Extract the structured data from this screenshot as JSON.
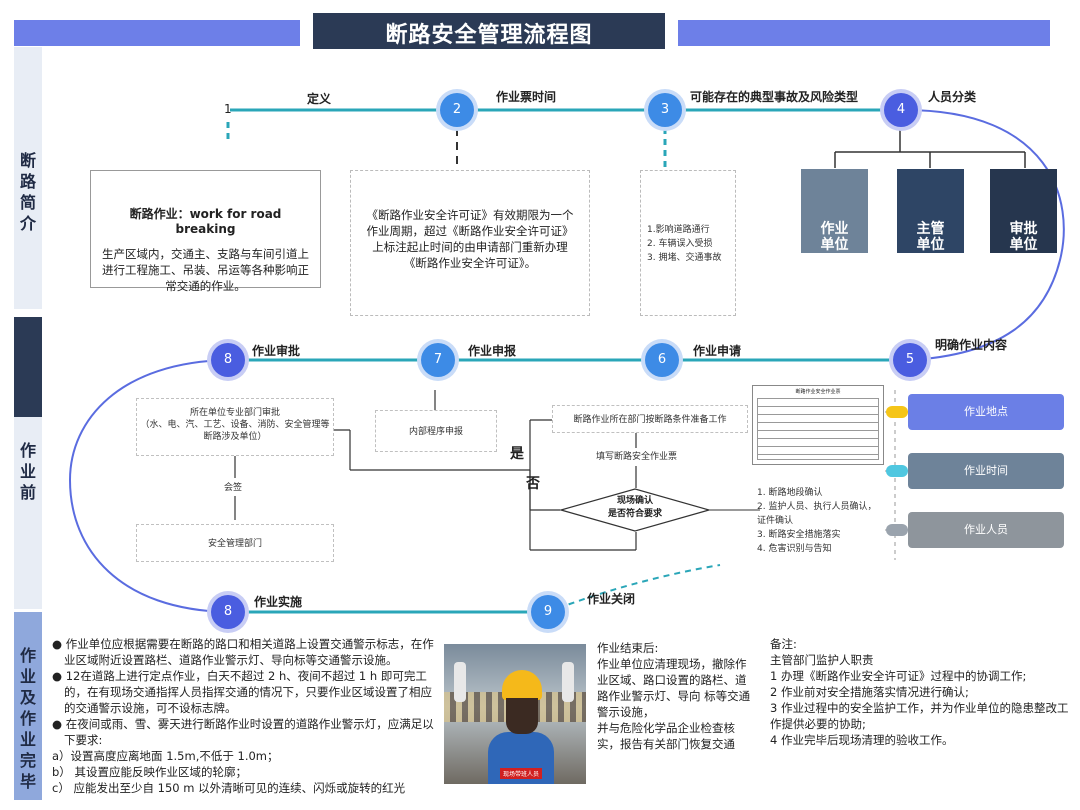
{
  "title": "断路安全管理流程图",
  "sections": {
    "intro": "断路简介",
    "before": "作业前",
    "after": "作业及作业完毕"
  },
  "steps": {
    "s1": {
      "num": "1",
      "label": "定义"
    },
    "s2": {
      "num": "2",
      "label": "作业票时间"
    },
    "s3": {
      "num": "3",
      "label": "可能存在的典型事故及风险类型"
    },
    "s4": {
      "num": "4",
      "label": "人员分类"
    },
    "s5": {
      "num": "5",
      "label": "明确作业内容"
    },
    "s6": {
      "num": "6",
      "label": "作业申请"
    },
    "s7": {
      "num": "7",
      "label": "作业申报"
    },
    "s8a": {
      "num": "8",
      "label": "作业审批"
    },
    "s8b": {
      "num": "8",
      "label": "作业实施"
    },
    "s9": {
      "num": "9",
      "label": "作业关闭"
    }
  },
  "definition": {
    "heading": "断路作业：work for road breaking",
    "body": "生产区域内，交通主、支路与车间引道上进行工程施工、吊装、吊运等各种影响正常交通的作业。"
  },
  "permit": {
    "body": "《断路作业安全许可证》有效期限为一个作业周期，超过《断路作业安全许可证》上标注起止时间的由申请部门重新办理《断路作业安全许可证》。"
  },
  "risks": {
    "items": [
      "1.影响道路通行",
      "2. 车辆误入受损",
      "3. 拥堵、交通事故"
    ]
  },
  "roles": [
    "作业单位",
    "主管单位",
    "审批单位"
  ],
  "content_items": [
    "作业地点",
    "作业时间",
    "作业人员"
  ],
  "flow": {
    "prepare": "断路作业所在部门按断路条件准备工作",
    "fill": "填写断路安全作业票",
    "confirm": "现场确认\n是否符合要求",
    "yes": "是",
    "no": "否",
    "internal": "内部程序申报",
    "approve": "所在单位专业部门审批\n（水、电、汽、工艺、设备、消防、安全管理等断路涉及单位）",
    "cosign": "会签",
    "safety": "安全管理部门",
    "checks": [
      "1. 断路地段确认",
      "2. 监护人员、执行人员确认，证件确认",
      "3. 断路安全措施落实",
      "4. 危害识别与告知"
    ],
    "form_title": "断路作业安全作业票"
  },
  "implement": {
    "items": [
      "作业单位应根据需要在断路的路口和相关道路上设置交通警示标志，在作业区域附近设置路栏、道路作业警示灯、导向标等交通警示设施。",
      "12在道路上进行定点作业，白天不超过 2 h、夜间不超过 1 h 即可完工的，在有现场交通指挥人员指挥交通的情况下，只要作业区域设置了相应的交通警示设施，可不设标志牌。",
      "在夜间或雨、雪、雾天进行断路作业时设置的道路作业警示灯，应满足以下要求:"
    ],
    "subs": [
      "a）设置高度应离地面 1.5m,不低于 1.0m；",
      "b） 其设置应能反映作业区域的轮廓；",
      "c） 应能发出至少自 150 m  以外清晰可见的连续、闪烁或旋转的红光"
    ],
    "badge": "现场带班人员"
  },
  "close": {
    "body": "作业结束后:\n作业单位应清理现场，撤除作业区域、路口设置的路栏、道路作业警示灯、导向 标等交通警示设施，\n并与危险化学品企业检查核实，报告有关部门恢复交通"
  },
  "notes": {
    "heading": "备注:",
    "sub": "主管部门监护人职责",
    "items": [
      "1      办理《断路作业安全许可证》过程中的协调工作;",
      "2      作业前对安全措施落实情况进行确认;",
      "3      作业过程中的安全监护工作，并为作业单位的隐患整改工作提供必要的协助;",
      "4      作业完毕后现场清理的验收工作。"
    ]
  },
  "colors": {
    "band": "#6d7fe8",
    "title_bg": "#2b3a55",
    "step": "#3d8be6",
    "role1": "#6e8399",
    "role2": "#2e4565",
    "role3": "#26364e"
  }
}
